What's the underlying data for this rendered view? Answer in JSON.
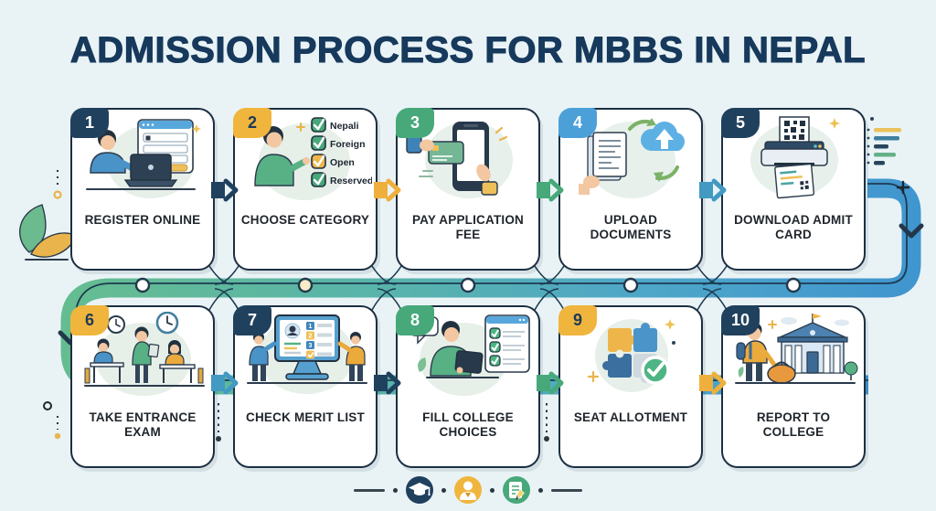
{
  "title": "ADMISSION PROCESS FOR MBBS IN NEPAL",
  "palette": {
    "background": "#e9f3f6",
    "title_navy": "#16395c",
    "card_border_navy": "#1c2f42",
    "navy": "#20415e",
    "yellow": "#f0b53d",
    "green": "#47a87a",
    "blue": "#4ba0d8",
    "teal": "#4299c2",
    "band_green": "#65bd8f",
    "band_blue": "#4095cf"
  },
  "steps": [
    {
      "number": "1",
      "label": "REGISTER ONLINE",
      "badge_color": "navy",
      "illustration": "student-registering-on-laptop"
    },
    {
      "number": "2",
      "label": "CHOOSE CATEGORY",
      "badge_color": "yellow",
      "illustration": "category-checklist",
      "checklist": [
        {
          "text": "Nepali",
          "check_color": "green"
        },
        {
          "text": "Foreign",
          "check_color": "green"
        },
        {
          "text": "Open",
          "check_color": "yellow"
        },
        {
          "text": "Reserved.",
          "check_color": "green"
        }
      ]
    },
    {
      "number": "3",
      "label": "PAY APPLICATION FEE",
      "badge_color": "green",
      "illustration": "card-payment-on-phone"
    },
    {
      "number": "4",
      "label": "UPLOAD DOCUMENTS",
      "badge_color": "blue",
      "illustration": "cloud-upload-documents"
    },
    {
      "number": "5",
      "label": "DOWNLOAD ADMIT CARD",
      "badge_color": "navy",
      "illustration": "printer-admit-card"
    },
    {
      "number": "6",
      "label": "TAKE ENTRANCE EXAM",
      "badge_color": "yellow",
      "illustration": "students-taking-exam"
    },
    {
      "number": "7",
      "label": "CHECK MERIT LIST",
      "badge_color": "navy",
      "illustration": "merit-list-monitor",
      "ranks": [
        "1",
        "2",
        "3"
      ]
    },
    {
      "number": "8",
      "label": "FILL COLLEGE CHOICES",
      "badge_color": "green",
      "illustration": "choices-tablet-checklist"
    },
    {
      "number": "9",
      "label": "SEAT ALLOTMENT",
      "badge_color": "yellow",
      "illustration": "puzzle-pieces-check"
    },
    {
      "number": "10",
      "label": "REPORT TO COLLEGE",
      "badge_color": "navy",
      "illustration": "student-arriving-at-college"
    }
  ],
  "connectors": {
    "row1": [
      "navy",
      "yellow",
      "green",
      "teal"
    ],
    "row2": [
      "teal",
      "navy",
      "green",
      "yellow"
    ]
  },
  "footer": {
    "icons": [
      {
        "name": "graduation-cap-icon",
        "color": "navy"
      },
      {
        "name": "doctor-icon",
        "color": "yellow"
      },
      {
        "name": "application-form-icon",
        "color": "green"
      }
    ]
  },
  "decorative_icons": [
    "leaves",
    "sparkle-star",
    "plus-mark",
    "dashed-list",
    "dotted-line",
    "flow-node"
  ]
}
